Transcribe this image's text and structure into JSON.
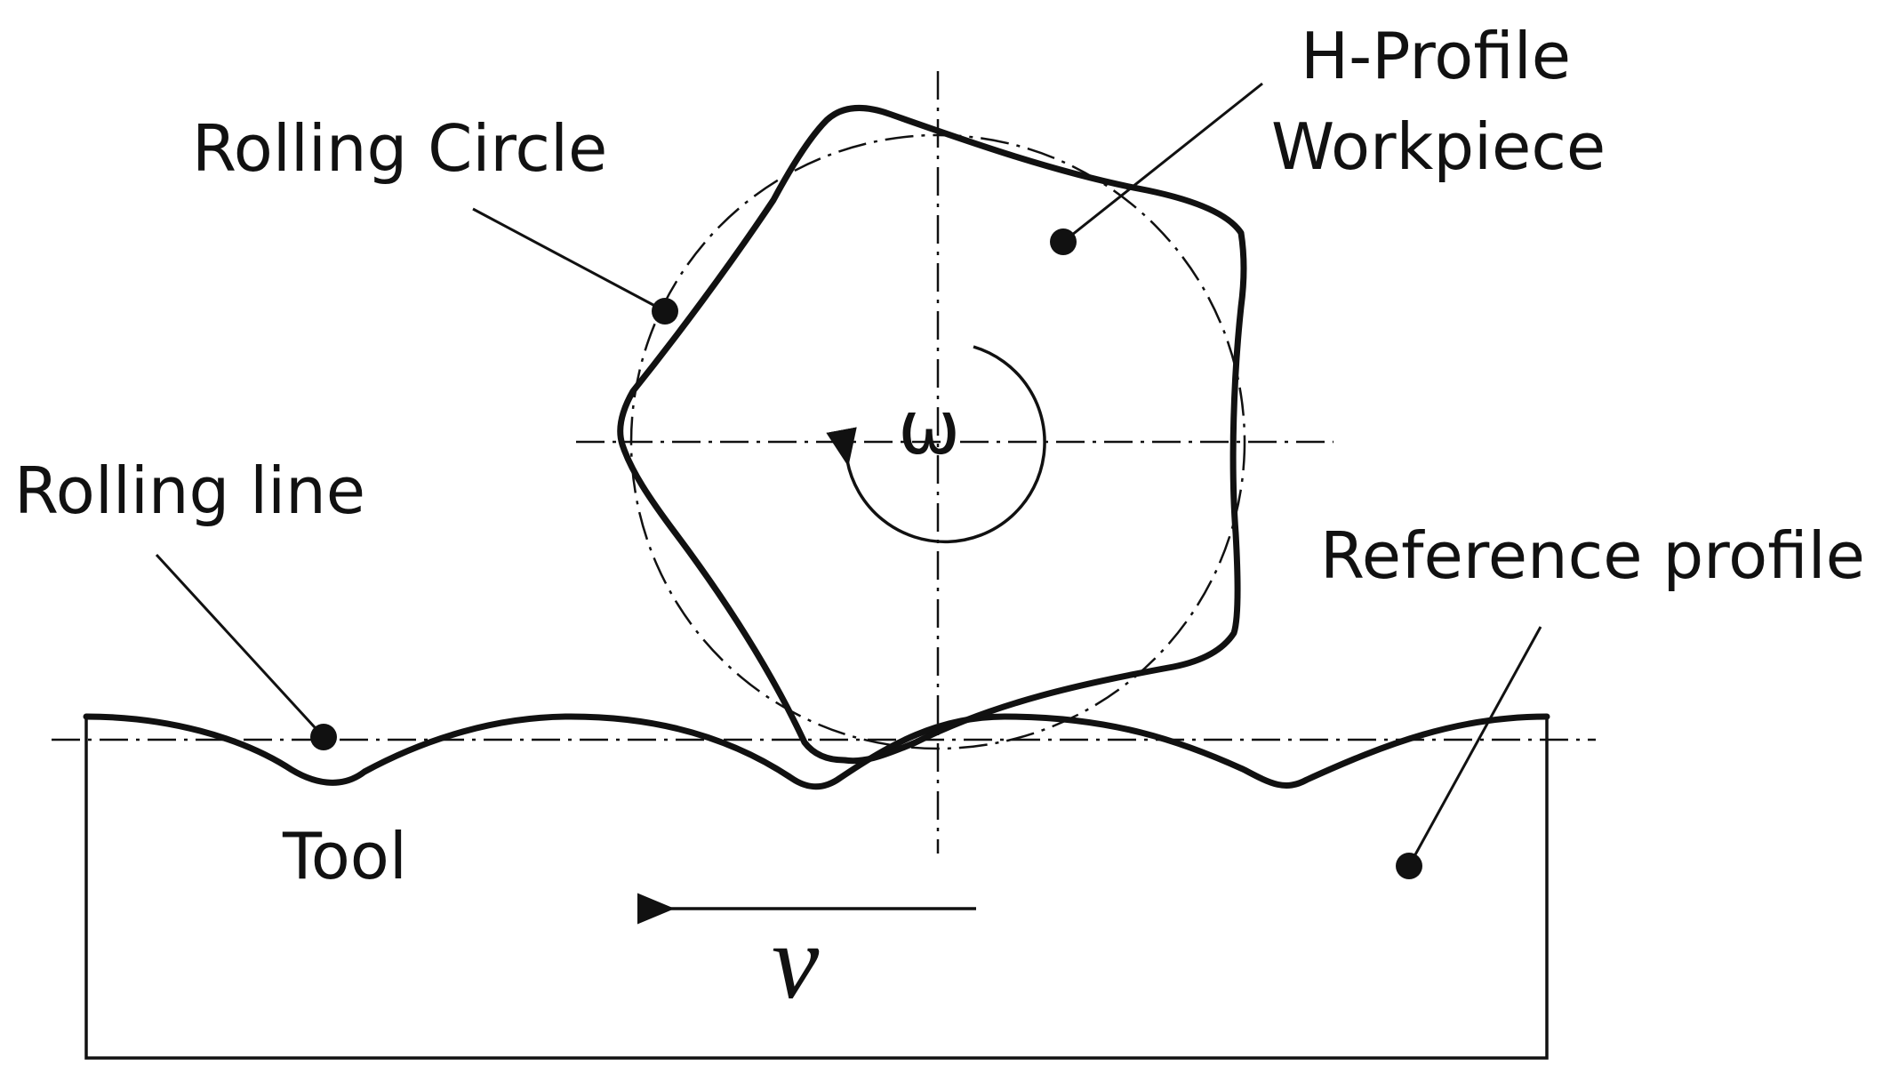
{
  "labels": {
    "h_profile_line1": "H-Profile",
    "h_profile_line2": "Workpiece",
    "rolling_circle": "Rolling Circle",
    "rolling_line": "Rolling line",
    "reference_profile": "Reference profile",
    "tool": "Tool",
    "omega": "ω",
    "velocity": "v"
  },
  "colors": {
    "ink": "#111111",
    "background": "#ffffff"
  },
  "icons": {
    "rotation_arrow": "counter-clockwise-arrow-icon",
    "translation_arrow": "left-arrow-icon"
  }
}
